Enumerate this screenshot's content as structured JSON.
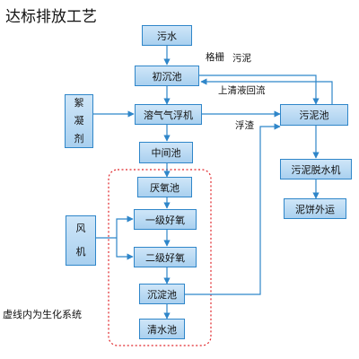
{
  "title": "达标排放工艺",
  "boxes": {
    "wushui": "污水",
    "chuchenchi": "初沉池",
    "rongqi": "溶气气浮机",
    "zhongjianchi": "中间池",
    "yanyangchi": "厌氧池",
    "yiji": "一级好氧",
    "erji": "二级好氧",
    "chendianchi": "沉淀池",
    "qingshuichi": "清水池",
    "wunichi": "污泥池",
    "tuoshuiji": "污泥脱水机",
    "nibing": "泥饼外运",
    "xuningji": [
      "絮",
      "凝",
      "剂"
    ],
    "fengji": [
      "风",
      "机"
    ]
  },
  "labels": {
    "geshan": "格栅",
    "wuni": "污泥",
    "shangqingye": "上清液回流",
    "fuzha": "浮渣",
    "system_note": "虚线内为生化系统"
  },
  "colors": {
    "line": "#2f86c9",
    "box_fill_top": "#cfe6f8",
    "box_fill_bottom": "#a9d0ef",
    "dashed_region": "#e0262a"
  }
}
